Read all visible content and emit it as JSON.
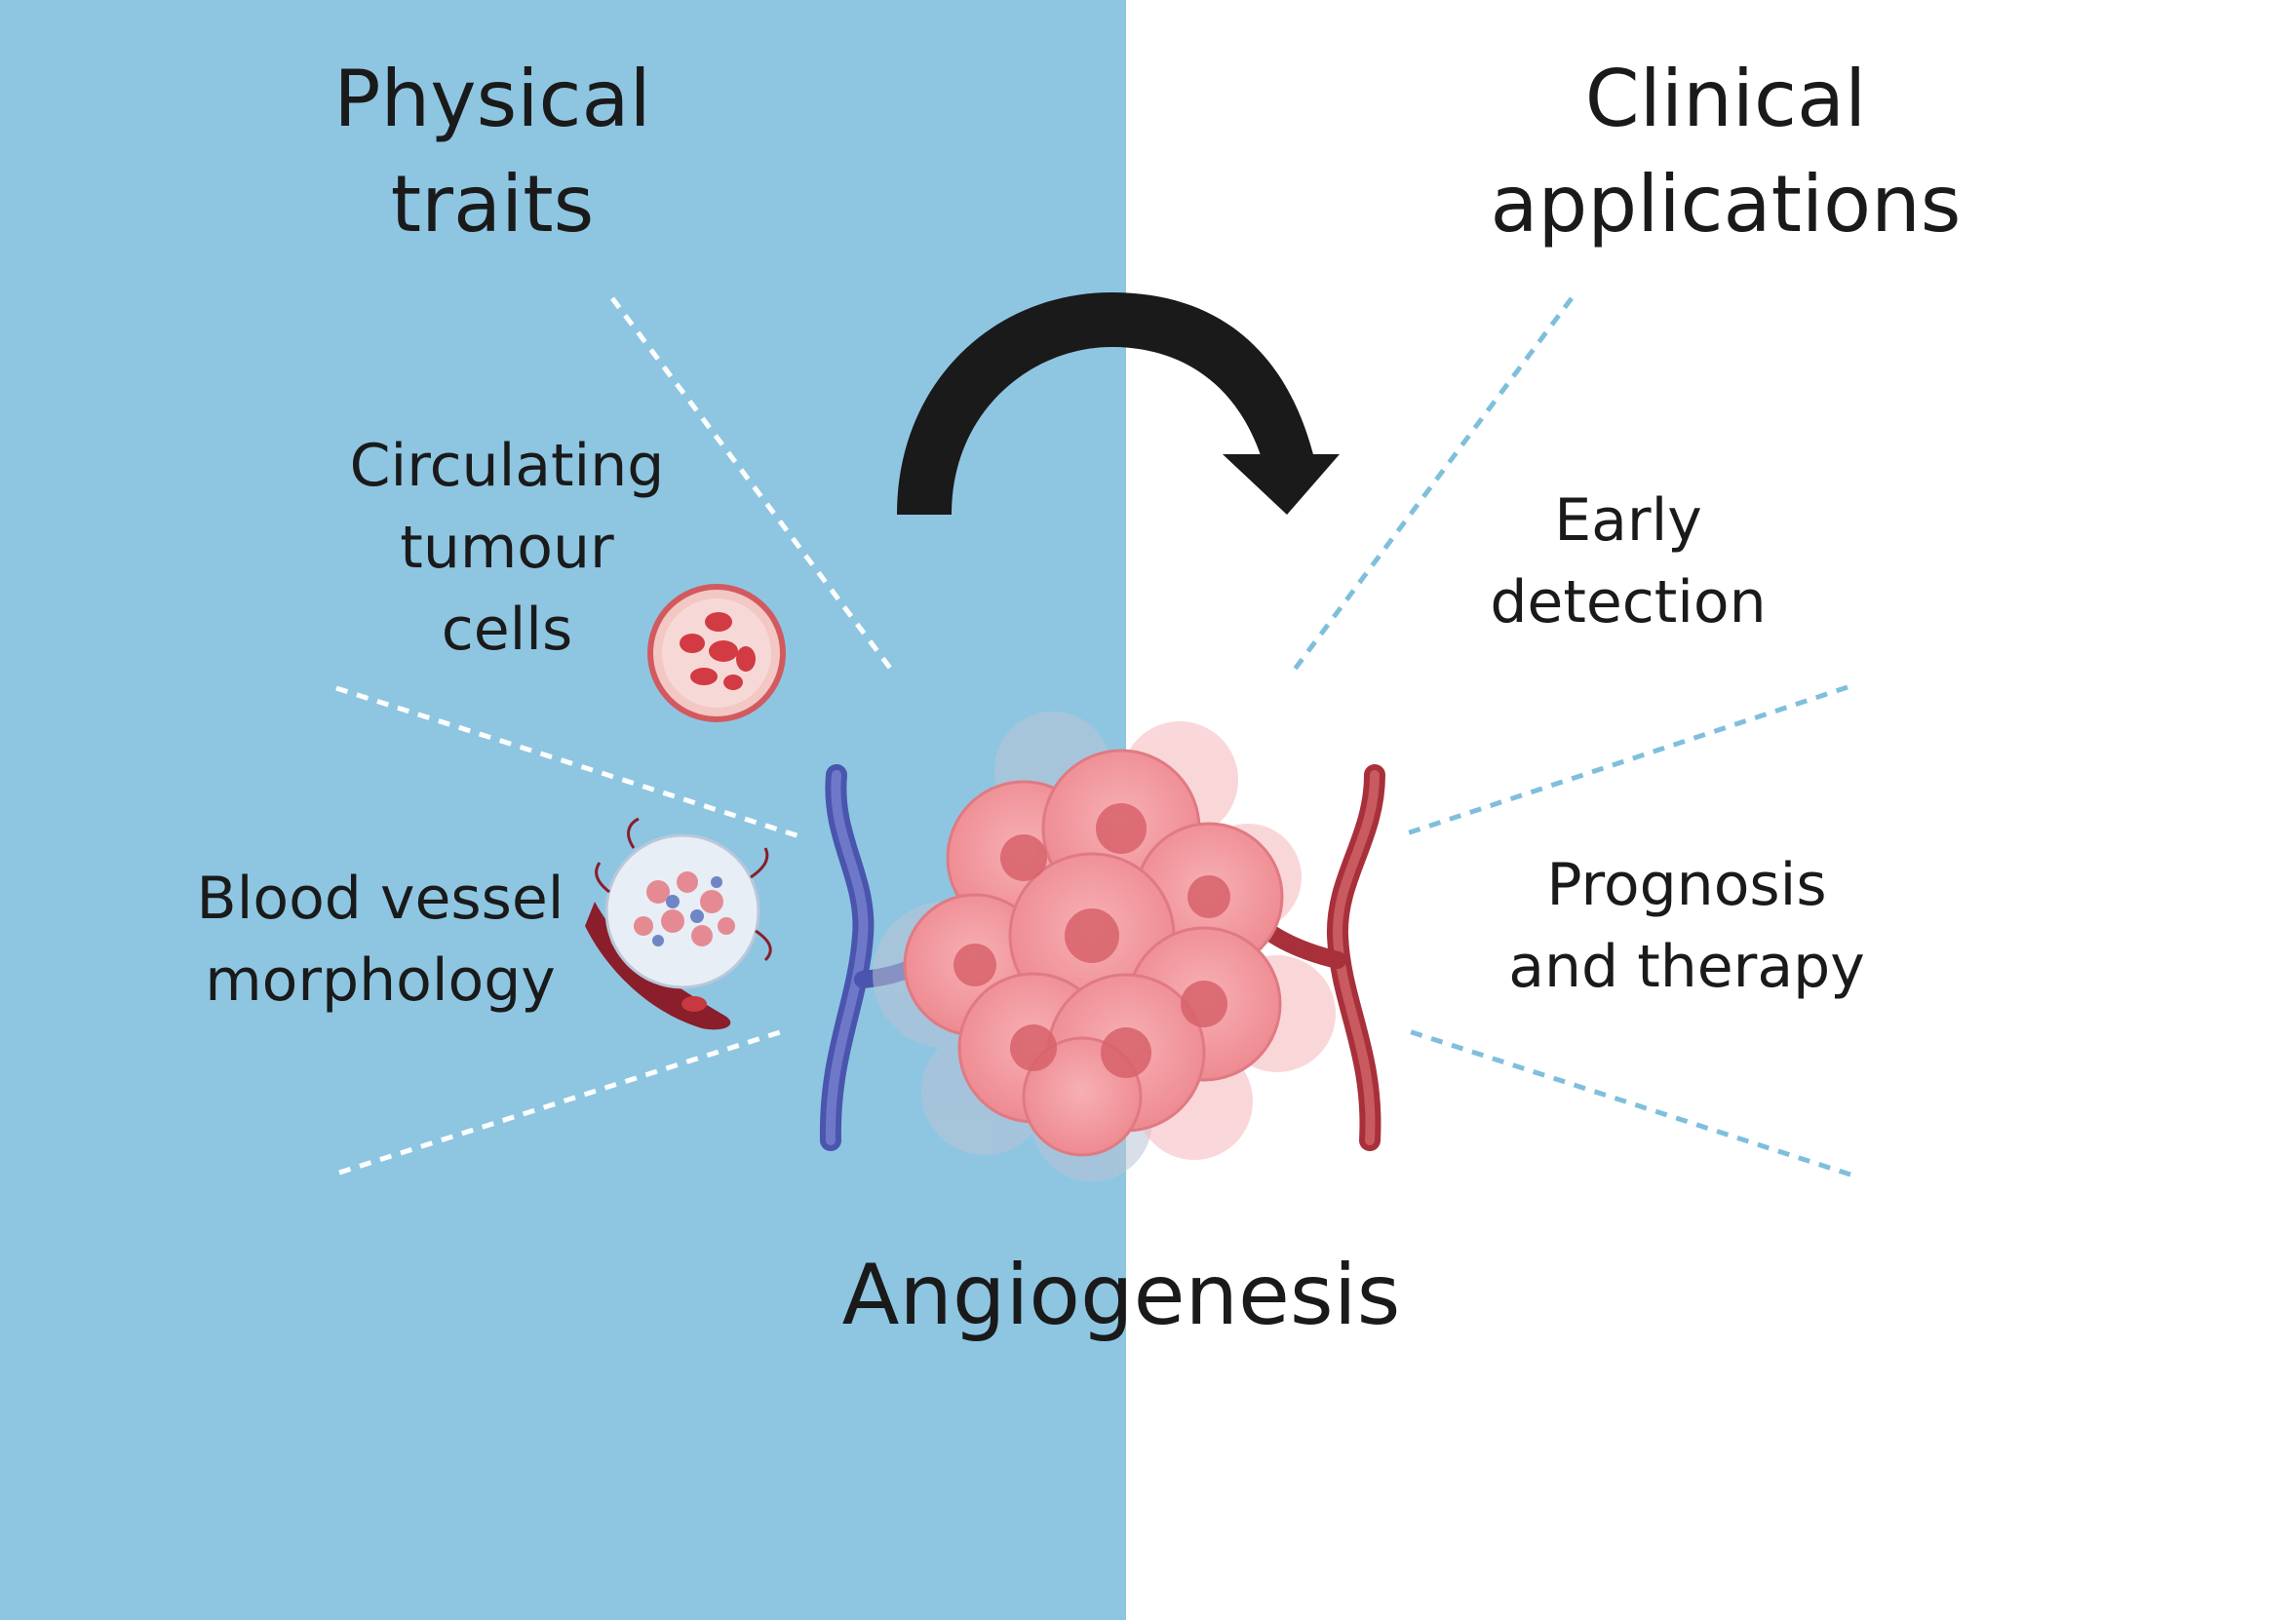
{
  "headings": {
    "left": [
      "Physical",
      "traits"
    ],
    "right": [
      "Clinical",
      "applications"
    ]
  },
  "left_items": {
    "ctc": [
      "Circulating",
      "tumour",
      "cells"
    ],
    "vessel": [
      "Blood vessel",
      "morphology"
    ]
  },
  "right_items": {
    "early": [
      "Early",
      "detection"
    ],
    "prognosis": [
      "Prognosis",
      "and therapy"
    ]
  },
  "center_label": "Angiogenesis",
  "colors": {
    "left_panel": "#8ec6e2",
    "right_panel": "#ffffff",
    "left_dashes": "#ffffff",
    "right_dashes": "#7fbfdc",
    "arrow": "#1a1a1a",
    "vein": "#5a63b8",
    "artery": "#b8383e",
    "tumour": "#f08a90",
    "tumour_nucleus": "#d8626b"
  },
  "icons": [
    "red-blood-cell-circle-icon",
    "blood-vessel-cross-section-icon",
    "curved-arrow-icon",
    "tumour-mass-icon"
  ]
}
